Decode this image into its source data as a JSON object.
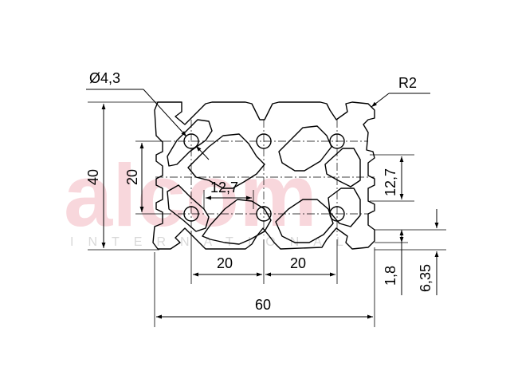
{
  "watermark": {
    "brand": "alcom",
    "tagline": "INTERNATIONAL"
  },
  "dimensions": {
    "hole_diameter": "Ø4,3",
    "corner_radius": "R2",
    "height_total": "40",
    "height_inner": "20",
    "slot_width_center": "12,7",
    "slot_width_right": "12,7",
    "pitch_left": "20",
    "pitch_right": "20",
    "width_total": "60",
    "wall_thickness": "1,8",
    "slot_depth": "6,35"
  },
  "colors": {
    "watermark_brand": "#f8d7dc",
    "watermark_tagline": "#d9d9d9",
    "line": "#000000"
  }
}
